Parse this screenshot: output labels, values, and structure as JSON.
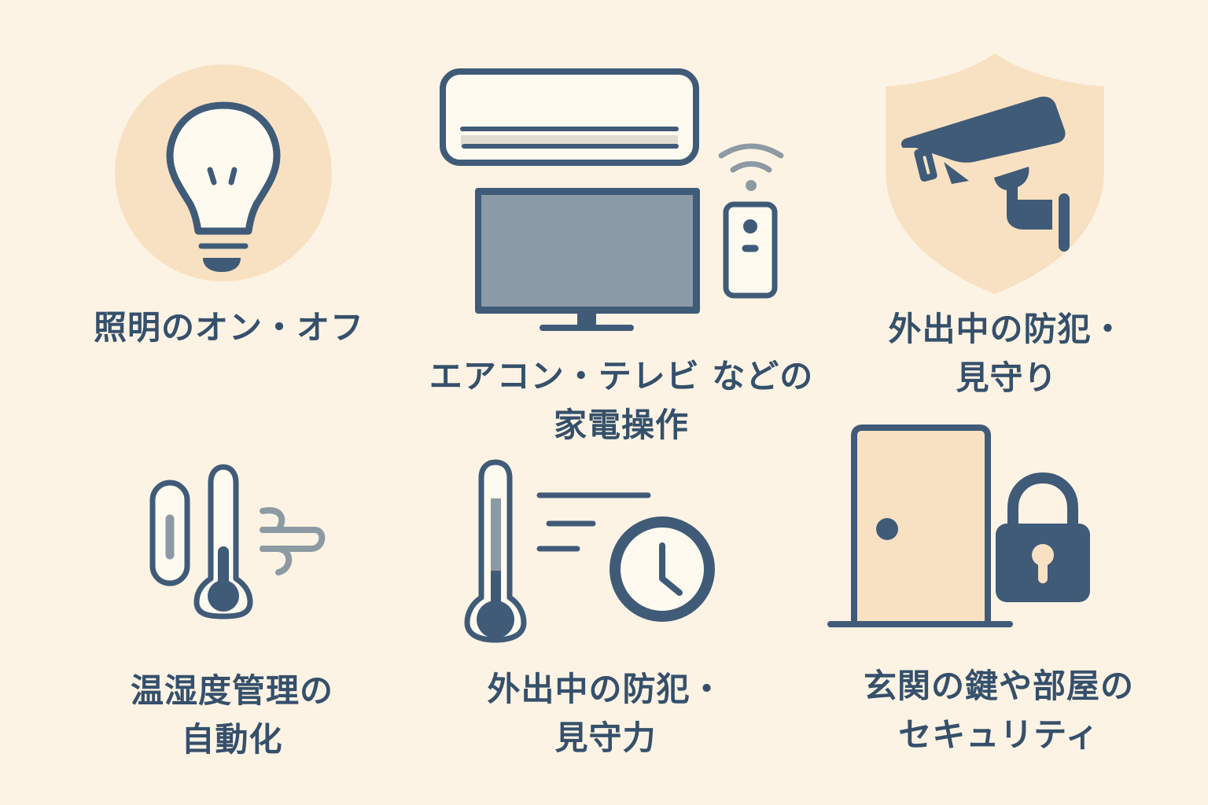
{
  "colors": {
    "background": "#fdf3e4",
    "accent_peach": "#f8e1c2",
    "navy": "#3f5b78",
    "text": "#35506b",
    "screen_gray": "#8a9aa6",
    "wave_gray": "#8c9aa3",
    "bulb_fill": "#fffaf0"
  },
  "tiles": [
    {
      "id": "lighting",
      "icon": "lightbulb-icon",
      "lines": [
        "照明のオン・オフ"
      ]
    },
    {
      "id": "appliances",
      "icon": "air-conditioner-tv-remote-icon",
      "lines": [
        "エアコン・テレビ などの",
        "家電操作"
      ]
    },
    {
      "id": "security-camera",
      "icon": "security-camera-shield-icon",
      "lines": [
        "外出中の防犯・",
        "見守り"
      ]
    },
    {
      "id": "climate",
      "icon": "thermometer-hygrometer-wind-icon",
      "lines": [
        "温湿度管理の",
        "自動化"
      ]
    },
    {
      "id": "monitoring",
      "icon": "thermometer-clock-icon",
      "lines": [
        "外出中の防犯・",
        "見守力"
      ]
    },
    {
      "id": "door-lock",
      "icon": "door-padlock-icon",
      "lines": [
        "玄関の鍵や部屋の",
        "セキュリティ"
      ]
    }
  ]
}
